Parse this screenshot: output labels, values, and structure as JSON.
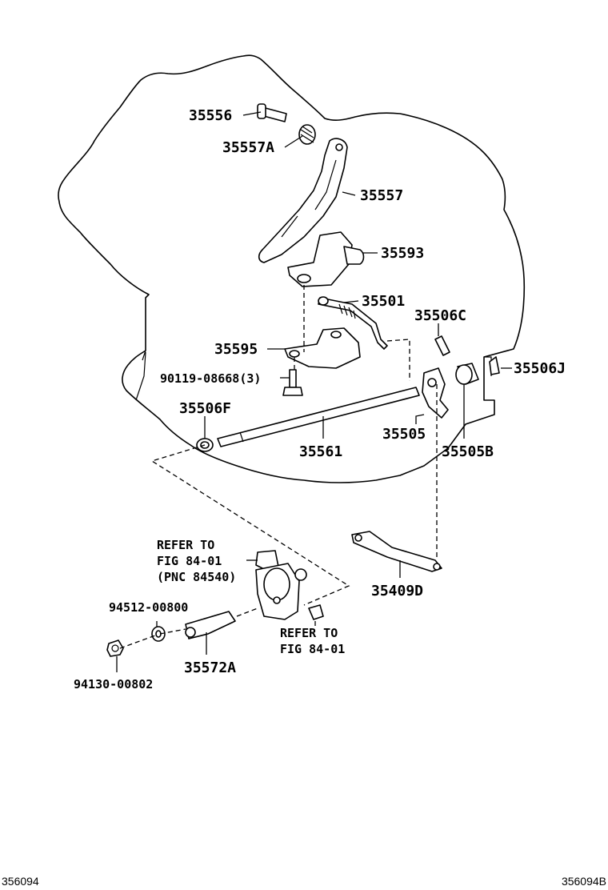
{
  "labels": {
    "p35556": "35556",
    "p35557A": "35557A",
    "p35557": "35557",
    "p35593": "35593",
    "p35501": "35501",
    "p35506C": "35506C",
    "p35595": "35595",
    "p35506J": "35506J",
    "p90119": "90119-08668(3)",
    "p35506F": "35506F",
    "p35561": "35561",
    "p35505": "35505",
    "p35505B": "35505B",
    "p35409D": "35409D",
    "p94512": "94512-00800",
    "p35572A": "35572A",
    "p94130": "94130-00802"
  },
  "notes": {
    "refer1_line1": "REFER TO",
    "refer1_line2": "FIG 84-01",
    "refer1_line3": "(PNC 84540)",
    "refer2_line1": "REFER TO",
    "refer2_line2": "FIG 84-01"
  },
  "footer": {
    "left_code": "356094",
    "right_code": "356094B"
  }
}
